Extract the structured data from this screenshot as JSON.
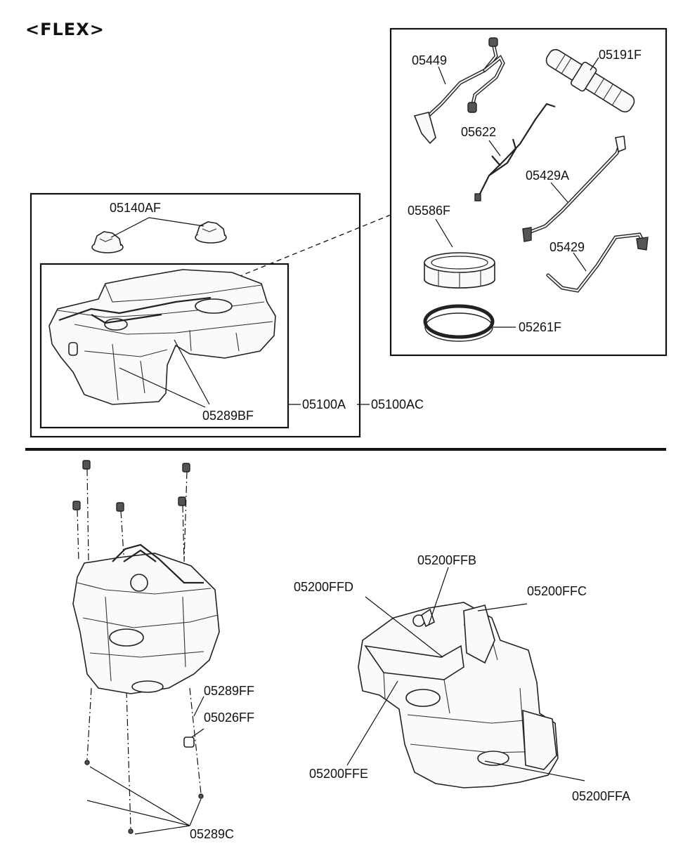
{
  "title": "<FLEX>",
  "labels": {
    "p05449": "05449",
    "p05191F": "05191F",
    "p05622": "05622",
    "p05429A": "05429A",
    "p05586F": "05586F",
    "p05429": "05429",
    "p05261F": "05261F",
    "p05140AF": "05140AF",
    "p05289BF": "05289BF",
    "p05100A": "05100A",
    "p05100AC": "05100AC",
    "p05289FF": "05289FF",
    "p05026FF": "05026FF",
    "p05289C": "05289C",
    "p05200FFB": "05200FFB",
    "p05200FFD": "05200FFD",
    "p05200FFC": "05200FFC",
    "p05200FFE": "05200FFE",
    "p05200FFA": "05200FFA"
  }
}
